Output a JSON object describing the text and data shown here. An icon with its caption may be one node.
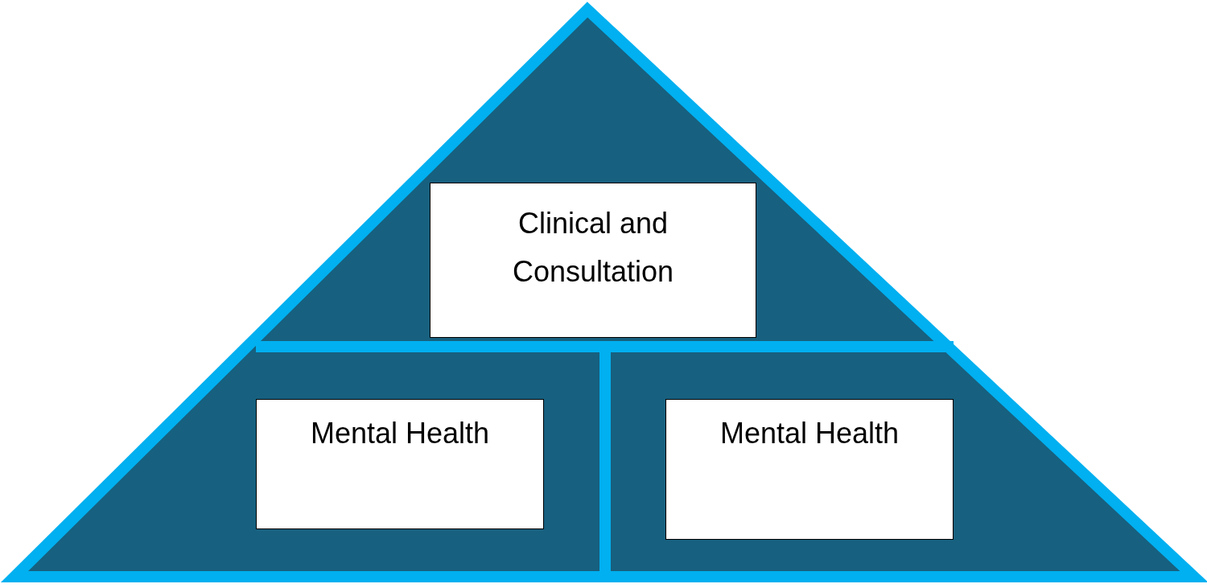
{
  "diagram": {
    "nodes": [
      {
        "text": [
          "Clinical and Consultation"
        ]
      },
      {
        "text": [
          "Mental Health"
        ]
      },
      {
        "text": [
          "Mental Health"
        ]
      }
    ]
  }
}
